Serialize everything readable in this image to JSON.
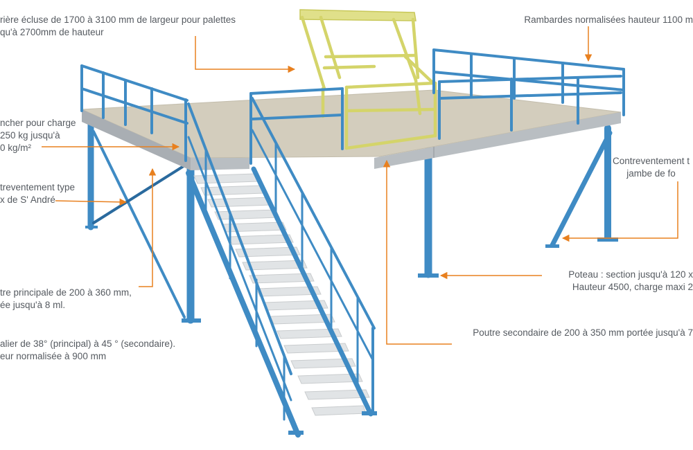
{
  "colors": {
    "frame": "#3f8bc4",
    "frame_dark": "#2a6a9e",
    "gate": "#d4d46a",
    "deck": "#d3cdbd",
    "deck_edge": "#a9aeb3",
    "beam": "#b9bec2",
    "tread": "#e1e4e6",
    "arrow": "#e8801f",
    "text": "#555a60"
  },
  "annotations": {
    "ecluse": {
      "lines": [
        "rière écluse de 1700 à 3100 mm de largeur pour palettes",
        "qu'à 2700mm de hauteur"
      ]
    },
    "rambardes": {
      "lines": [
        "Rambardes normalisées hauteur 1100 m"
      ]
    },
    "plancher": {
      "lines": [
        "ncher pour charge",
        "250 kg jusqu'à",
        "0 kg/m²"
      ]
    },
    "croix": {
      "lines": [
        "treventement type",
        "x de S' André"
      ]
    },
    "jambe": {
      "lines": [
        "Contreventement t",
        "jambe de fo"
      ]
    },
    "principale": {
      "lines": [
        "tre principale de 200 à 360 mm,",
        "ée jusqu'à 8 ml."
      ]
    },
    "poteau": {
      "lines": [
        "Poteau : section jusqu'à 120 x",
        "Hauteur 4500, charge maxi 2"
      ]
    },
    "escalier": {
      "lines": [
        "alier de 38° (principal) à 45 ° (secondaire).",
        "eur normalisée à 900 mm"
      ]
    },
    "secondaire": {
      "lines": [
        "Poutre secondaire de 200 à 350 mm portée jusqu'à 7"
      ]
    }
  }
}
